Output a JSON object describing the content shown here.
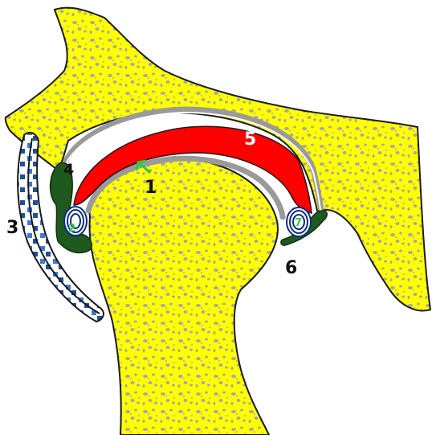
{
  "labels": {
    "l1": "1",
    "l2": "2",
    "l3": "3",
    "l4": "4",
    "l5": "5",
    "l6": "6",
    "l7": "7"
  },
  "colors": {
    "bone": "#ffff00",
    "bone_outline": "#1a1a1a",
    "bone_pore": "#a8a8a8",
    "cartilage": "#9a9a9a",
    "joint_cavity": "#ffffff",
    "disc": "#ff0000",
    "capsule": "#1e5a1e",
    "ligament_dots": "#3b7bd6",
    "ligament_dots_dark": "#1e4fa0",
    "arrow": "#2ecc40",
    "lip_stripes": "#0b2b8c"
  }
}
